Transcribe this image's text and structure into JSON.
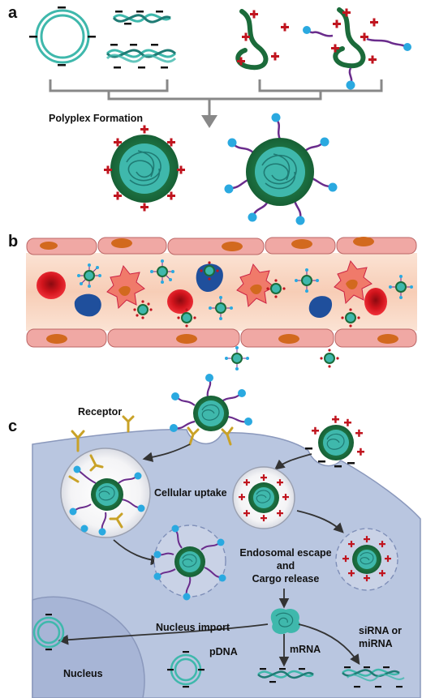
{
  "panels": {
    "a": {
      "letter": "a",
      "polyplex_label": "Polyplex Formation"
    },
    "b": {
      "letter": "b"
    },
    "c": {
      "letter": "c",
      "receptor_label": "Receptor",
      "uptake_label": "Cellular uptake",
      "escape_label_1": "Endosomal escape",
      "escape_label_2": "and",
      "escape_label_3": "Cargo release",
      "nucleus_import_label": "Nucleus import",
      "pdna_label": "pDNA",
      "mrna_label": "mRNA",
      "sirna_label_1": "siRNA or",
      "sirna_label_2": "miRNA",
      "nucleus_label": "Nucleus"
    }
  },
  "colors": {
    "nucleic_acid": "#3fb8ac",
    "polymer_green": "#1b6b3a",
    "positive_charge": "#c0151f",
    "peg_chain": "#6a2c8c",
    "peg_end": "#2aa9e0",
    "receptor": "#c9a227",
    "cytoplasm": "#b9c6e0",
    "vessel": "#f6d2bd",
    "endothelial": "#f0a8a4",
    "endothelial_nucleus": "#d2691e",
    "rbc": "#e0171f",
    "platelet": "#f07a6a",
    "blue_cell": "#1f4f9c"
  }
}
